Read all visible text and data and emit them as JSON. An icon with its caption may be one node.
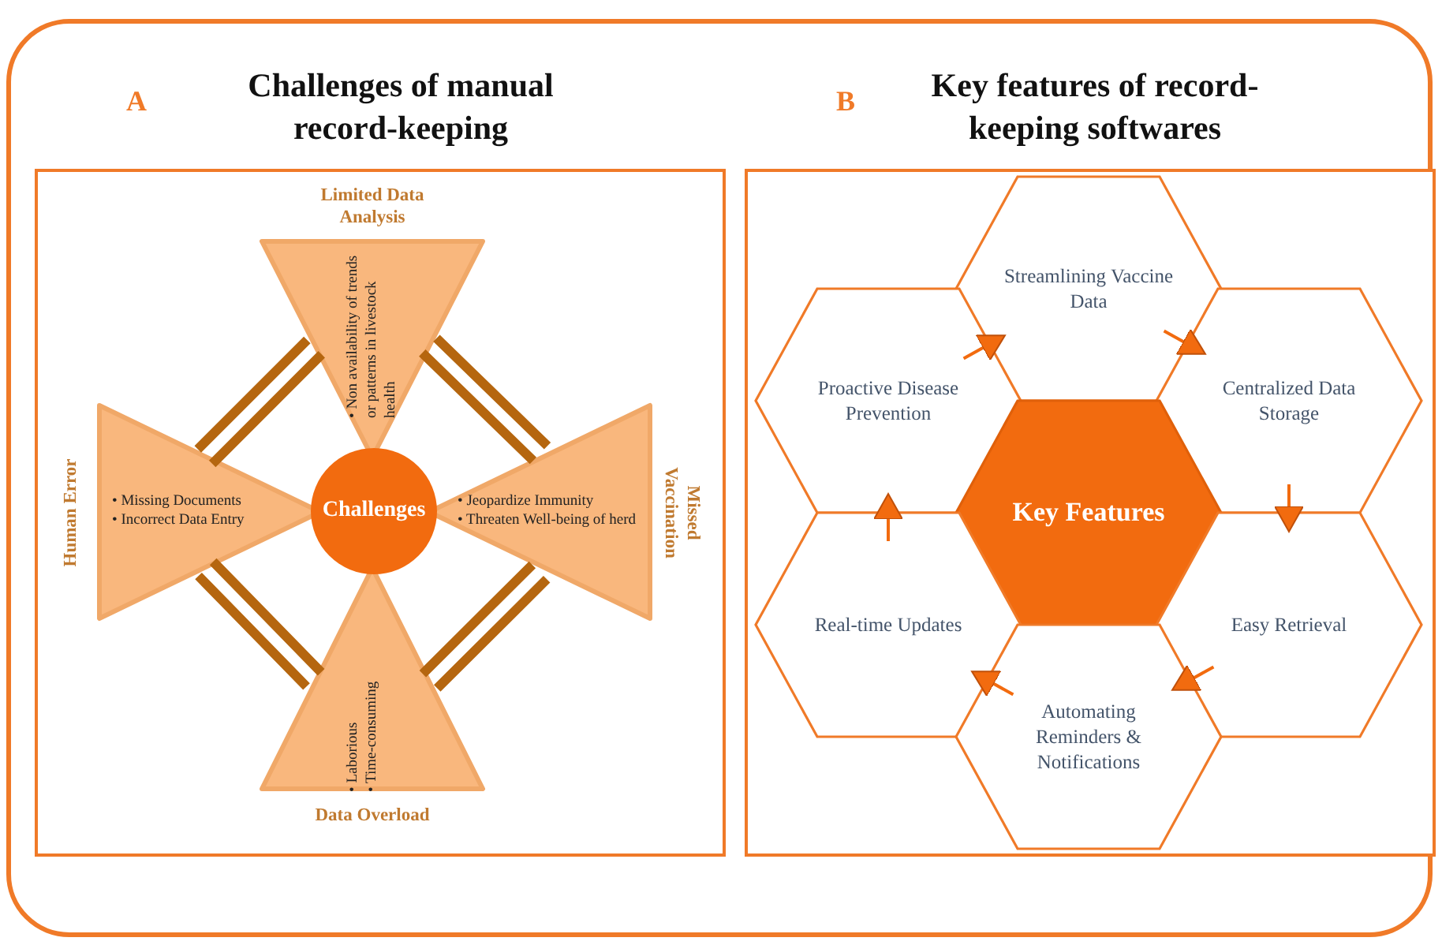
{
  "diagram": {
    "nodes": [
      {
        "text": [
          "A",
          "Challenges of manual record-keeping"
        ]
      },
      {
        "text": [
          "Challenges"
        ],
        "in": 0
      },
      {
        "text": [
          "Limited Data Analysis",
          "• Non availability of trends or patterns in livestock health"
        ],
        "in": 0
      },
      {
        "text": [
          "Human Error",
          "• Missing Documents",
          "• Incorrect Data Entry"
        ],
        "in": 0
      },
      {
        "text": [
          "Missed Vaccination",
          "• Jeopardize Immunity",
          "• Threaten Well-being of herd"
        ],
        "in": 0
      },
      {
        "text": [
          "Data Overload",
          "• Laborious",
          "• Time-consuming"
        ],
        "in": 0
      },
      {
        "text": [
          "B",
          "Key features of record-keeping softwares"
        ]
      },
      {
        "text": [
          "Streamlining Vaccine Data"
        ],
        "in": 6
      },
      {
        "text": [
          "Proactive Disease Prevention"
        ],
        "in": 6
      },
      {
        "text": [
          "Centralized Data Storage"
        ],
        "in": 6
      },
      {
        "text": [
          "Key Features"
        ],
        "in": 6
      },
      {
        "text": [
          "Real-time Updates"
        ],
        "in": 6
      },
      {
        "text": [
          "Easy Retrieval"
        ],
        "in": 6
      },
      {
        "text": [
          "Automating Reminders & Notifications"
        ],
        "in": 6
      }
    ],
    "edges": [
      {
        "from": 2,
        "to": 3,
        "arrow": "none",
        "style": "thick",
        "color": "#b5660f"
      },
      {
        "from": 2,
        "to": 4,
        "arrow": "none",
        "style": "thick",
        "color": "#b5660f"
      },
      {
        "from": 3,
        "to": 5,
        "arrow": "none",
        "style": "thick",
        "color": "#b5660f"
      },
      {
        "from": 4,
        "to": 5,
        "arrow": "none",
        "style": "thick",
        "color": "#b5660f"
      },
      {
        "from": 8,
        "to": 7,
        "arrow": "to"
      },
      {
        "from": 7,
        "to": 9,
        "arrow": "to"
      },
      {
        "from": 9,
        "to": 12,
        "arrow": "to"
      },
      {
        "from": 12,
        "to": 13,
        "arrow": "to"
      },
      {
        "from": 13,
        "to": 11,
        "arrow": "to"
      },
      {
        "from": 11,
        "to": 8,
        "arrow": "to"
      }
    ]
  }
}
